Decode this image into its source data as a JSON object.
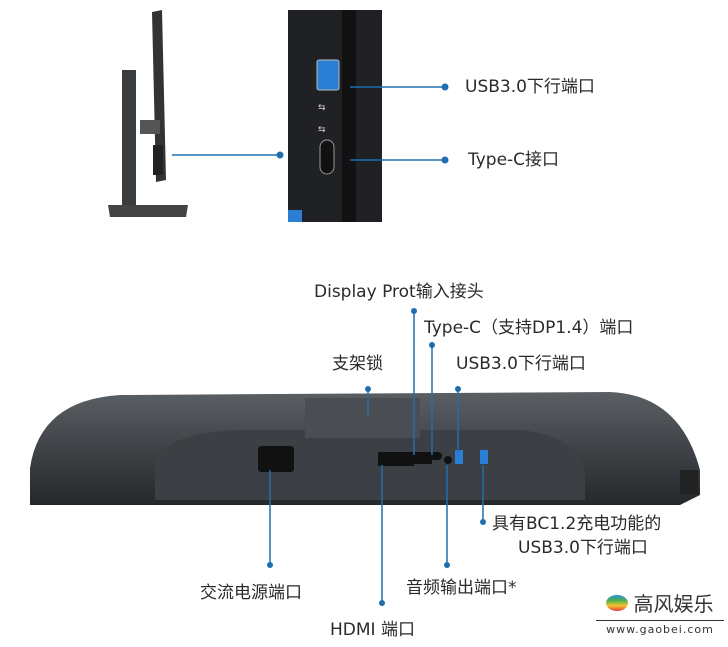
{
  "top": {
    "usb_label": "USB3.0下行端口",
    "typec_label": "Type-C接口"
  },
  "bottom": {
    "dp_label": "Display Prot输入接头",
    "typec_dp_label": "Type-C（支持DP1.4）端口",
    "stand_lock_label": "支架锁",
    "usb_label": "USB3.0下行端口",
    "bc_label_line1": "具有BC1.2充电功能的",
    "bc_label_line2": "USB3.0下行端口",
    "ac_label": "交流电源端口",
    "audio_label": "音频输出端口*",
    "hdmi_label": "HDMI 端口"
  },
  "watermark": {
    "brand": "高风娱乐",
    "url": "www.gaobei.com"
  },
  "colors": {
    "callout": "#1f6fb0",
    "port_blue": "#2a7fd4",
    "body": "#2e3236"
  }
}
